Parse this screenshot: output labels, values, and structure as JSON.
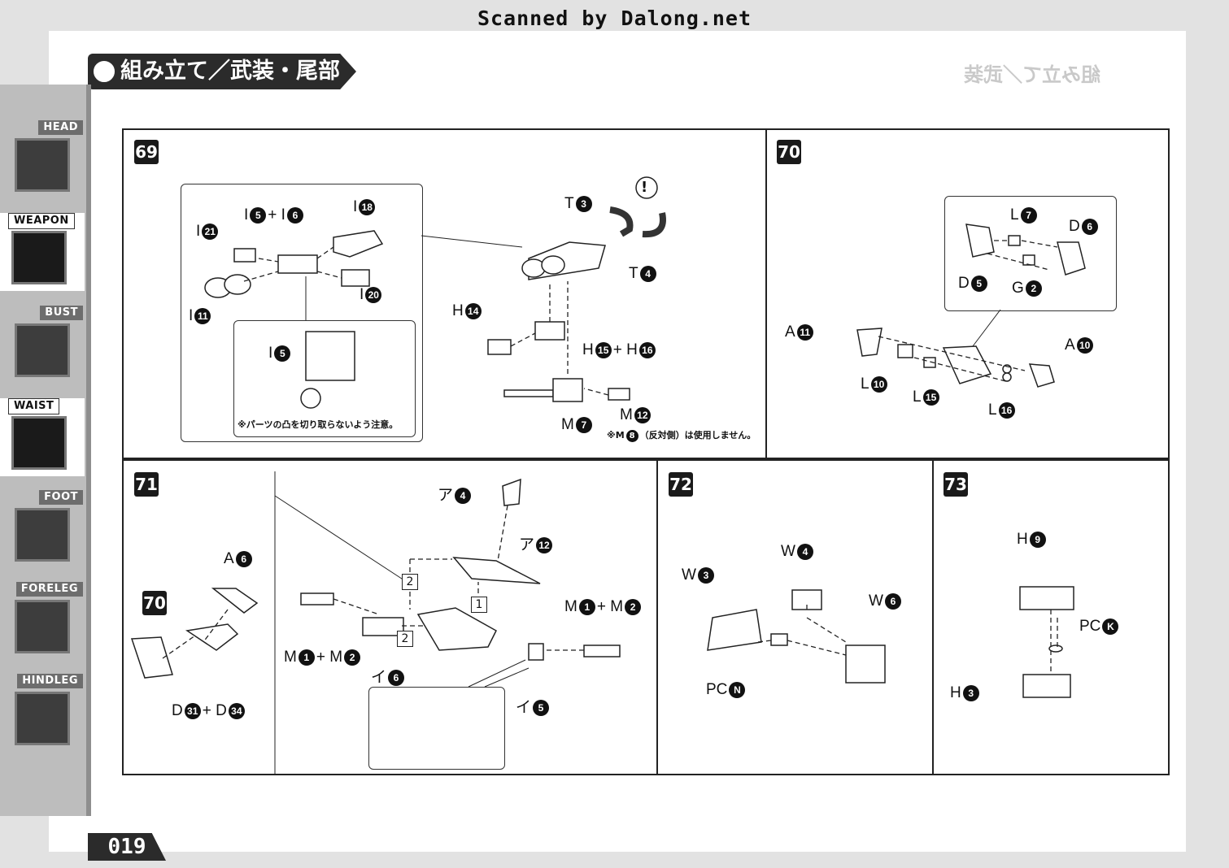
{
  "watermark": "Scanned by Dalong.net",
  "title": "組み立て／武装・尾部",
  "ghost_title": "組み立て／武装",
  "page_number": "019",
  "sidebar": [
    {
      "label": "HEAD",
      "active": false
    },
    {
      "label": "WEAPON",
      "active": true
    },
    {
      "label": "BUST",
      "active": false
    },
    {
      "label": "WAIST",
      "active": true
    },
    {
      "label": "FOOT",
      "active": false
    },
    {
      "label": "FORELEG",
      "active": false
    },
    {
      "label": "HINDLEG",
      "active": false
    }
  ],
  "steps": {
    "s69": {
      "number": "69",
      "labels": {
        "i5_i6": {
          "pre": "I",
          "n1": "5",
          "mid": "+ I",
          "n2": "6"
        },
        "i18": {
          "pre": "I",
          "n": "18"
        },
        "i21": {
          "pre": "I",
          "n": "21"
        },
        "i11": {
          "pre": "I",
          "n": "11"
        },
        "i20": {
          "pre": "I",
          "n": "20"
        },
        "i5b": {
          "pre": "I",
          "n": "5"
        },
        "t3": {
          "pre": "T",
          "n": "3"
        },
        "t4": {
          "pre": "T",
          "n": "4"
        },
        "h14": {
          "pre": "H",
          "n": "14"
        },
        "h15_h16": {
          "pre": "H",
          "n1": "15",
          "mid": "+ H",
          "n2": "16"
        },
        "m7": {
          "pre": "M",
          "n": "7"
        },
        "m12": {
          "pre": "M",
          "n": "12"
        }
      },
      "caution_mark": "!",
      "note_inset": "※パーツの凸を切り取らないよう注意。",
      "note_m8": {
        "pre": "※M",
        "n": "8",
        "post": "（反対側）は使用しません。"
      }
    },
    "s70": {
      "number": "70",
      "labels": {
        "l7": {
          "pre": "L",
          "n": "7"
        },
        "d6": {
          "pre": "D",
          "n": "6"
        },
        "d5": {
          "pre": "D",
          "n": "5"
        },
        "g2": {
          "pre": "G",
          "n": "2"
        },
        "a11": {
          "pre": "A",
          "n": "11"
        },
        "a10": {
          "pre": "A",
          "n": "10"
        },
        "l10": {
          "pre": "L",
          "n": "10"
        },
        "l15": {
          "pre": "L",
          "n": "15"
        },
        "l16": {
          "pre": "L",
          "n": "16"
        }
      }
    },
    "s71": {
      "number": "71",
      "ref_step": "70",
      "labels": {
        "a6": {
          "pre": "A",
          "n": "6"
        },
        "d31_d34": {
          "pre": "D",
          "n1": "31",
          "mid": "+ D",
          "n2": "34"
        },
        "a4k": {
          "pre": "ア",
          "n": "4"
        },
        "a12k": {
          "pre": "ア",
          "n": "12"
        },
        "m1_m2_r": {
          "pre": "M",
          "n1": "1",
          "mid": "+ M",
          "n2": "2"
        },
        "m1_m2_l": {
          "pre": "M",
          "n1": "1",
          "mid": "+ M",
          "n2": "2"
        },
        "i6k": {
          "pre": "イ",
          "n": "6"
        },
        "i5k": {
          "pre": "イ",
          "n": "5"
        }
      },
      "order_marks": [
        "2",
        "1",
        "2"
      ]
    },
    "s72": {
      "number": "72",
      "labels": {
        "w4": {
          "pre": "W",
          "n": "4"
        },
        "w3": {
          "pre": "W",
          "n": "3"
        },
        "w6": {
          "pre": "W",
          "n": "6"
        },
        "pcn": {
          "pre": "PC",
          "n": "N"
        }
      }
    },
    "s73": {
      "number": "73",
      "labels": {
        "h9": {
          "pre": "H",
          "n": "9"
        },
        "pck": {
          "pre": "PC",
          "n": "K"
        },
        "h3": {
          "pre": "H",
          "n": "3"
        }
      }
    }
  }
}
